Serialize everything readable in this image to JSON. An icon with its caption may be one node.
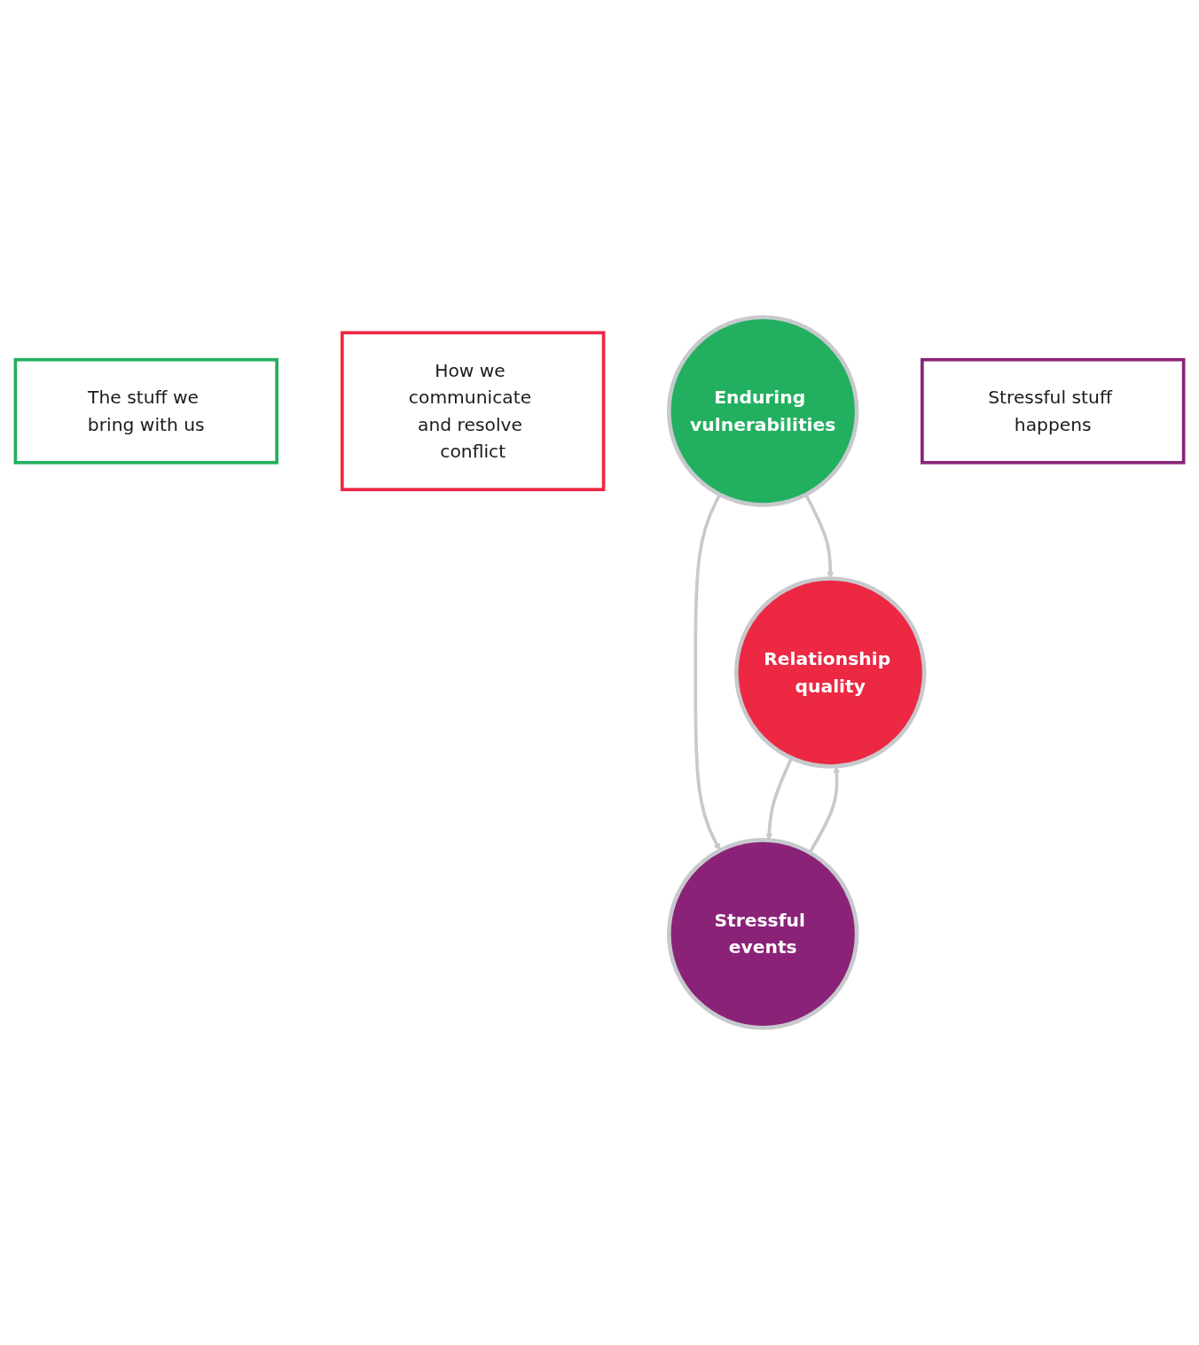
{
  "diagram": {
    "nodes": [
      {
        "text": [
          "The stuff we bring with us"
        ]
      },
      {
        "text": [
          "How we communicate and resolve conflict"
        ]
      },
      {
        "text": [
          "Enduring vulnerabilities"
        ]
      },
      {
        "text": [
          "Relationship quality"
        ]
      },
      {
        "text": [
          "Stressful events"
        ]
      },
      {
        "text": [
          "Stressful stuff happens"
        ]
      }
    ],
    "edges": [
      {
        "from": 2,
        "to": 3,
        "arrow": "to"
      },
      {
        "from": 2,
        "to": 4,
        "arrow": "to"
      },
      {
        "from": 3,
        "to": 4,
        "arrow": "to"
      },
      {
        "from": 4,
        "to": 3,
        "arrow": "to"
      }
    ]
  }
}
